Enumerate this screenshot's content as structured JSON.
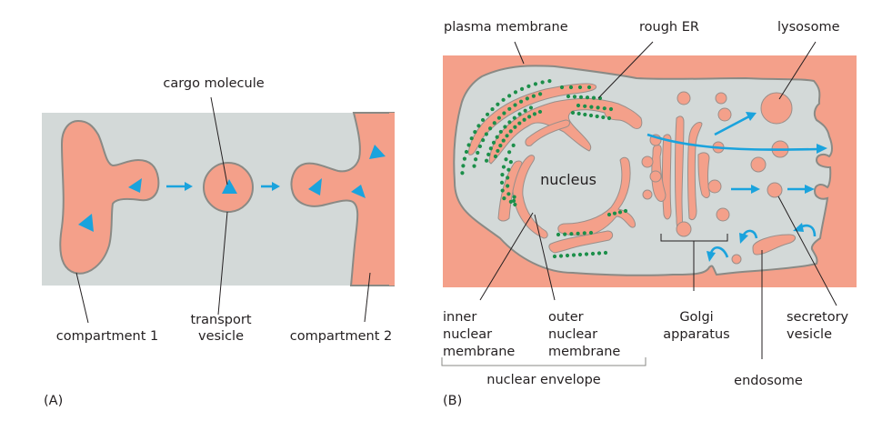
{
  "panel_a": {
    "panel_label": "(A)",
    "labels": {
      "cargo_molecule": "cargo molecule",
      "compartment_1": "compartment 1",
      "transport_vesicle_line1": "transport",
      "transport_vesicle_line2": "vesicle",
      "compartment_2": "compartment 2"
    }
  },
  "panel_b": {
    "panel_label": "(B)",
    "labels": {
      "plasma_membrane": "plasma membrane",
      "rough_er": "rough ER",
      "lysosome": "lysosome",
      "nucleus": "nucleus",
      "inner_nuclear_membrane": [
        "inner",
        "nuclear",
        "membrane"
      ],
      "outer_nuclear_membrane": [
        "outer",
        "nuclear",
        "membrane"
      ],
      "nuclear_envelope": "nuclear envelope",
      "golgi_apparatus": [
        "Golgi",
        "apparatus"
      ],
      "secretory_vesicle": [
        "secretory",
        "vesicle"
      ],
      "endosome": "endosome"
    }
  },
  "colors": {
    "cytosol": "#d3d9d8",
    "lumen": "#f4a08a",
    "membrane_outline": "#8a8a85",
    "arrow": "#1aa3dd",
    "ribosome": "#1c8f4a",
    "text": "#231f20"
  }
}
